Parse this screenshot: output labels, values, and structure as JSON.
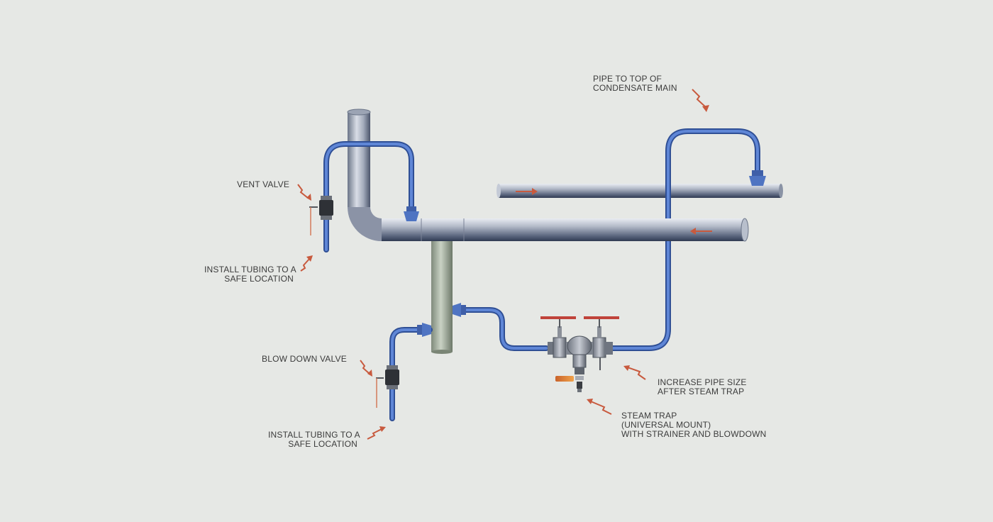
{
  "labels": {
    "pipe_to_top": [
      "PIPE TO TOP OF",
      "CONDENSATE MAIN"
    ],
    "vent_valve": [
      "VENT VALVE"
    ],
    "install_tubing_upper": [
      "INSTALL TUBING TO A",
      "SAFE LOCATION"
    ],
    "blow_down_valve": [
      "BLOW DOWN VALVE"
    ],
    "install_tubing_lower": [
      "INSTALL TUBING TO A",
      "SAFE LOCATION"
    ],
    "increase_pipe_size": [
      "INCREASE PIPE SIZE",
      "AFTER STEAM TRAP"
    ],
    "steam_trap": [
      "STEAM TRAP",
      "(UNIVERSAL MOUNT)",
      "WITH STRAINER AND BLOWDOWN"
    ]
  },
  "colors": {
    "background": "#e6e8e5",
    "tubing_blue": "#4a6fbf",
    "pipe_steel": "#a9b0bf",
    "drip_leg_green": "#a7b3a2",
    "handwheel_red": "#c0433a",
    "arrow_red": "#c85a3e",
    "label_text": "#3b3b3b"
  }
}
